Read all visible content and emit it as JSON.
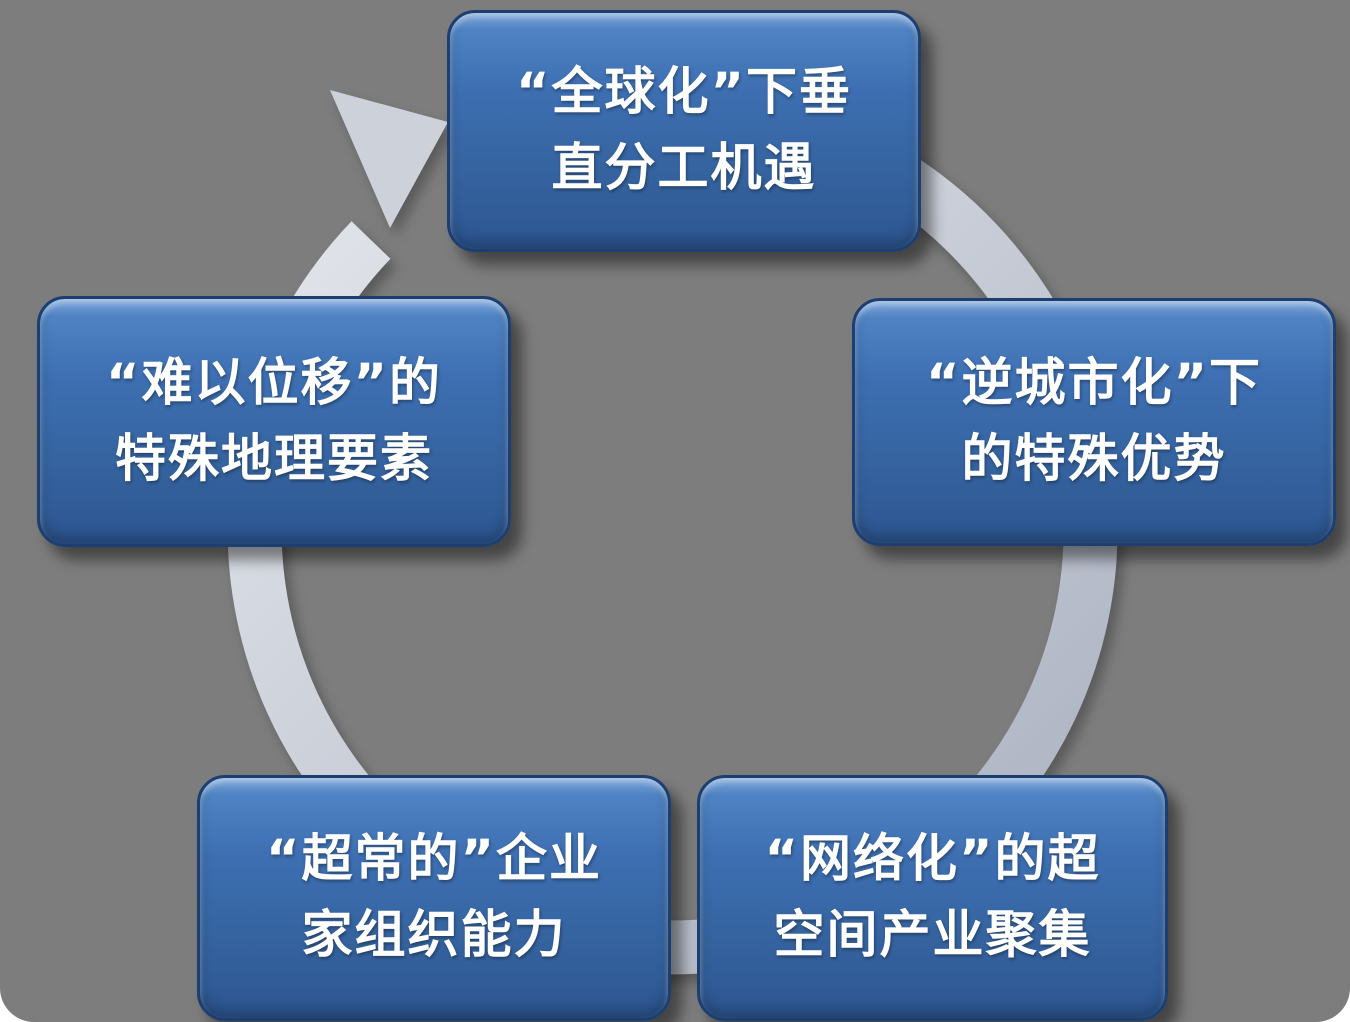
{
  "colors": {
    "canvas_bg": "#7d7d7d",
    "box_blue_light": "#7ea6da",
    "box_blue": "#3d6fb2",
    "box_blue_dark": "#2c5590",
    "box_border": "#1d3f70",
    "ring_light": "#e6e9ee",
    "ring_mid": "#ccd1da",
    "ring_dark": "#a9b0bf",
    "text": "#ffffff"
  },
  "diagram": {
    "type": "cycle",
    "direction": "clockwise",
    "nodes": [
      {
        "id": "top",
        "line1": "“全球化”下垂",
        "line2": "直分工机遇"
      },
      {
        "id": "right",
        "line1": "“逆城市化”下",
        "line2": "的特殊优势"
      },
      {
        "id": "bottom-right",
        "line1": "“网络化”的超",
        "line2": "空间产业聚集"
      },
      {
        "id": "bottom-left",
        "line1": "“超常的”企业",
        "line2": "家组织能力"
      },
      {
        "id": "left",
        "line1": "“难以位移”的",
        "line2": "特殊地理要素"
      }
    ]
  }
}
